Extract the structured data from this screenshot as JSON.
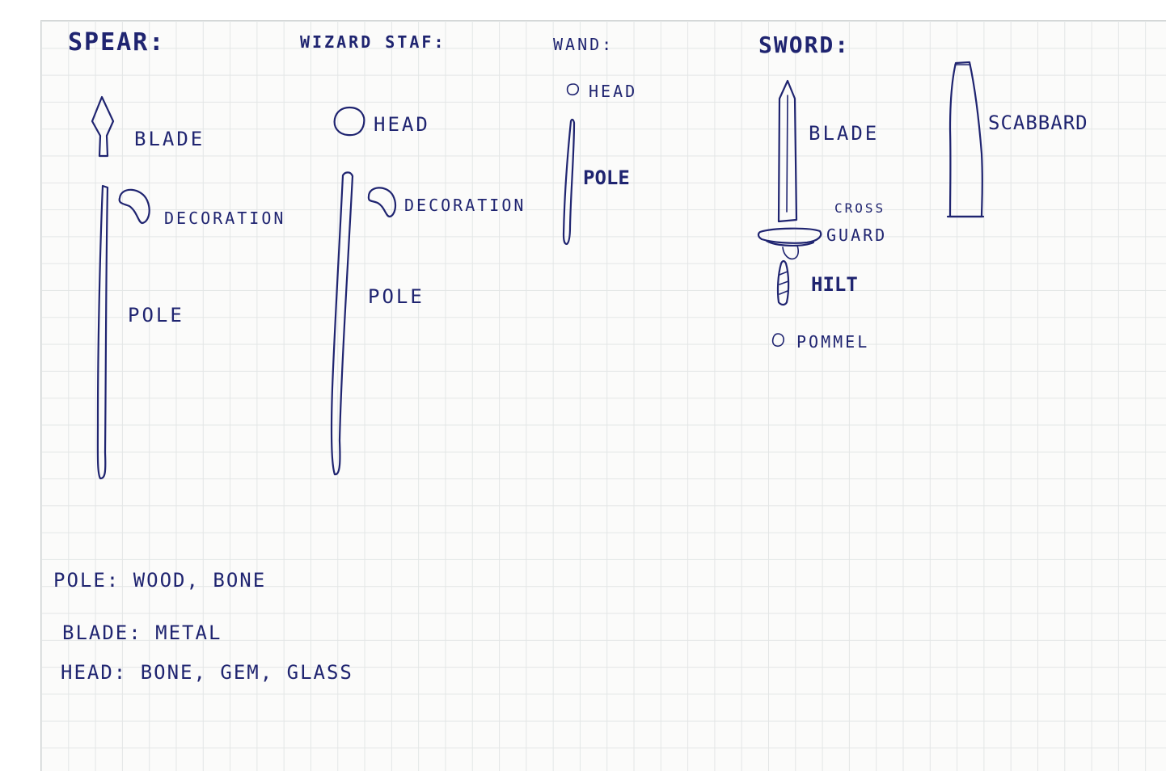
{
  "sections": {
    "spear": {
      "title": "SPEAR:",
      "blade": "BLADE",
      "decoration": "DECORATION",
      "pole": "POLE"
    },
    "staff": {
      "title": "WIZARD STAF:",
      "head": "HEAD",
      "decoration": "DECORATION",
      "pole": "POLE"
    },
    "wand": {
      "title": "WAND:",
      "head": "HEAD",
      "pole": "POLE"
    },
    "sword": {
      "title": "SWORD:",
      "blade": "BLADE",
      "cross": "CROSS",
      "guard": "GUARD",
      "hilt": "HILT",
      "pommel": "POMMEL",
      "scabbard": "SCABBARD"
    }
  },
  "materials": {
    "pole": "POLE: WOOD, BONE",
    "blade": "BLADE: METAL",
    "head": "HEAD: BONE, GEM, GLASS"
  },
  "colors": {
    "ink": "#1f2470",
    "paper": "#fbfbfa",
    "grid": "#e3e6e6"
  }
}
